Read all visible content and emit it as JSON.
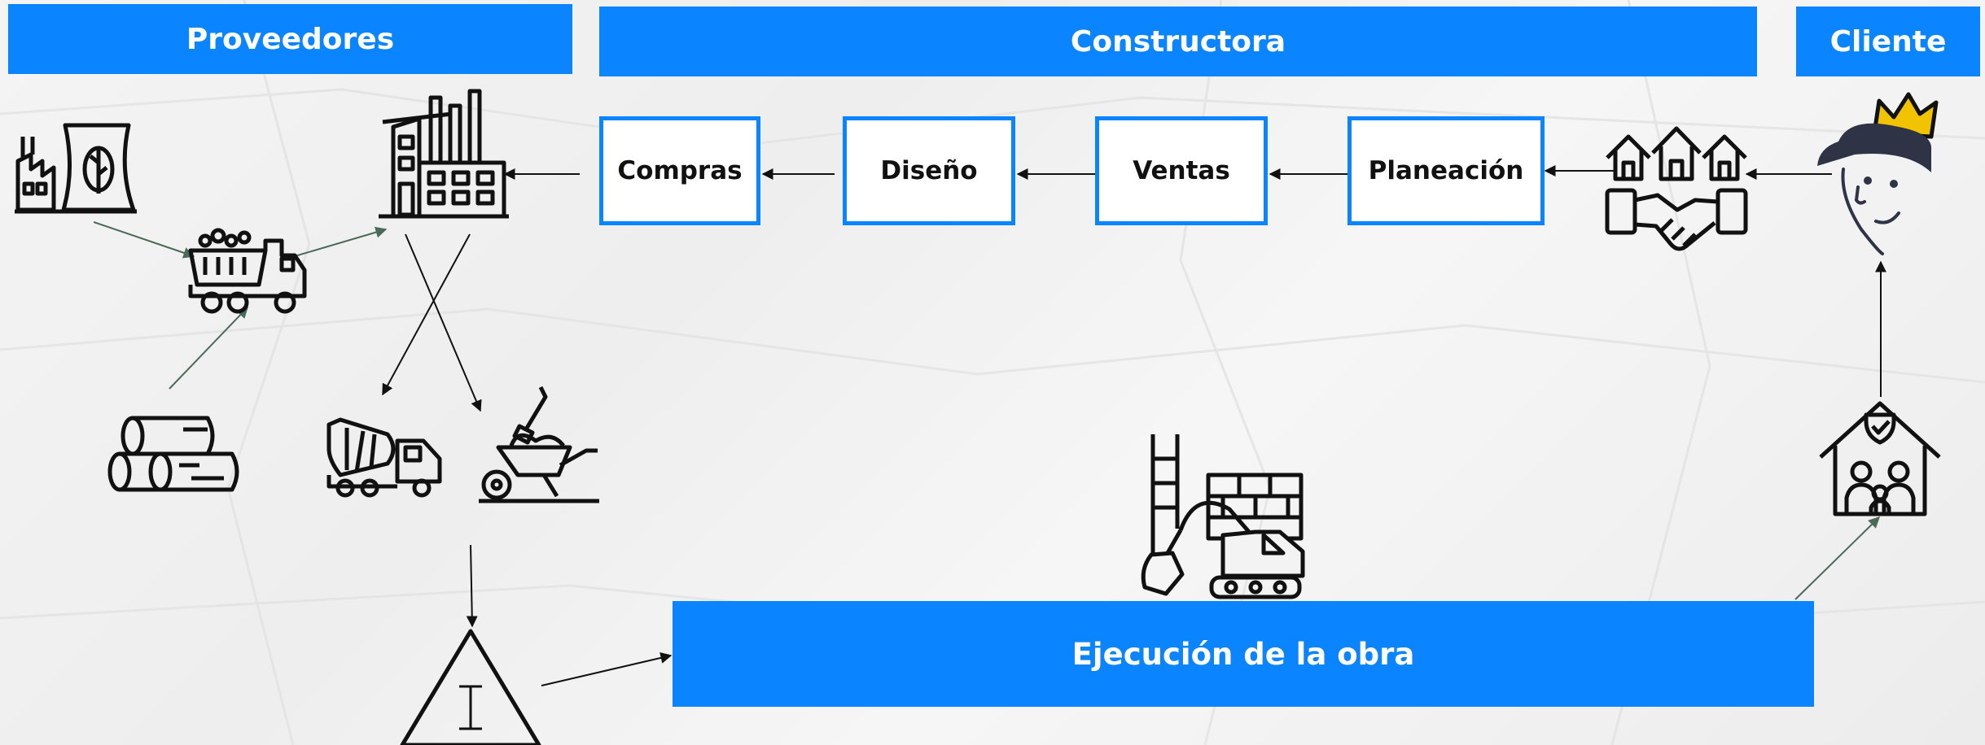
{
  "headers": {
    "proveedores": "Proveedores",
    "constructora": "Constructora",
    "cliente": "Cliente"
  },
  "processes": {
    "compras": "Compras",
    "diseno": "Diseño",
    "ventas": "Ventas",
    "planeacion": "Planeación"
  },
  "execution": "Ejecución de la obra",
  "colors": {
    "accent": "#0a84ff",
    "stroke": "#111111",
    "crown": "#f2c300",
    "arrow_green": "#4a6a5a"
  },
  "icons": [
    "power-plant-icon",
    "factory-icon",
    "dump-truck-icon",
    "logs-icon",
    "concrete-mixer-icon",
    "wheelbarrow-icon",
    "inventory-triangle-icon",
    "excavator-icon",
    "houses-handshake-icon",
    "client-face-icon",
    "house-family-icon"
  ]
}
